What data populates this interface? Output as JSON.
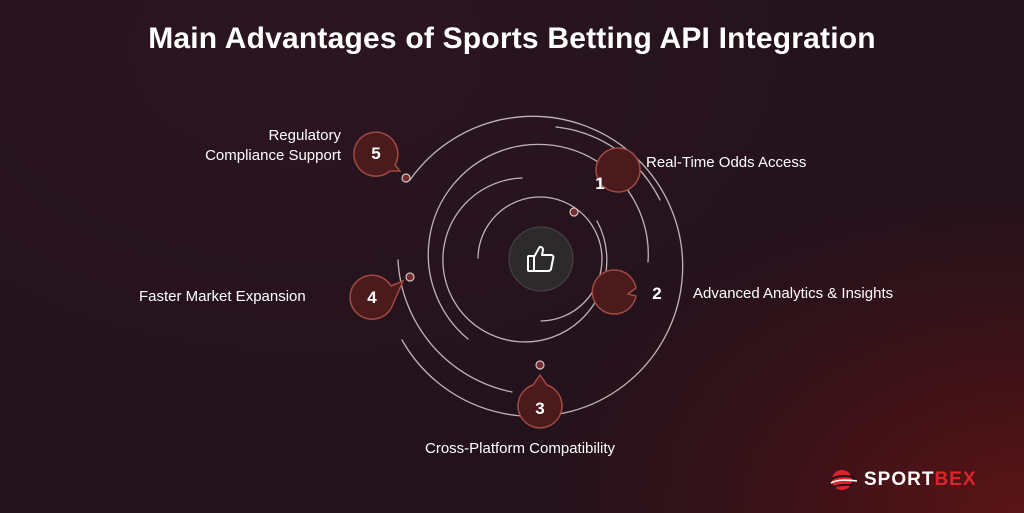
{
  "title": "Main Advantages of Sports Betting API Integration",
  "center_icon": "thumbs-up-icon",
  "items": [
    {
      "number": "1",
      "label": "Real-Time Odds Access"
    },
    {
      "number": "2",
      "label": "Advanced Analytics & Insights"
    },
    {
      "number": "3",
      "label": "Cross-Platform Compatibility"
    },
    {
      "number": "4",
      "label": "Faster Market Expansion"
    },
    {
      "number": "5",
      "label_line1": "Regulatory",
      "label_line2": "Compliance Support"
    }
  ],
  "logo": {
    "part1": "SPORT",
    "part2": "BEX",
    "icon": "sportbex-logo-icon"
  },
  "colors": {
    "badge_fill": "#4a1a1c",
    "badge_stroke": "#a04a42",
    "ring": "#cfc6c8",
    "accent": "#e0232a"
  }
}
